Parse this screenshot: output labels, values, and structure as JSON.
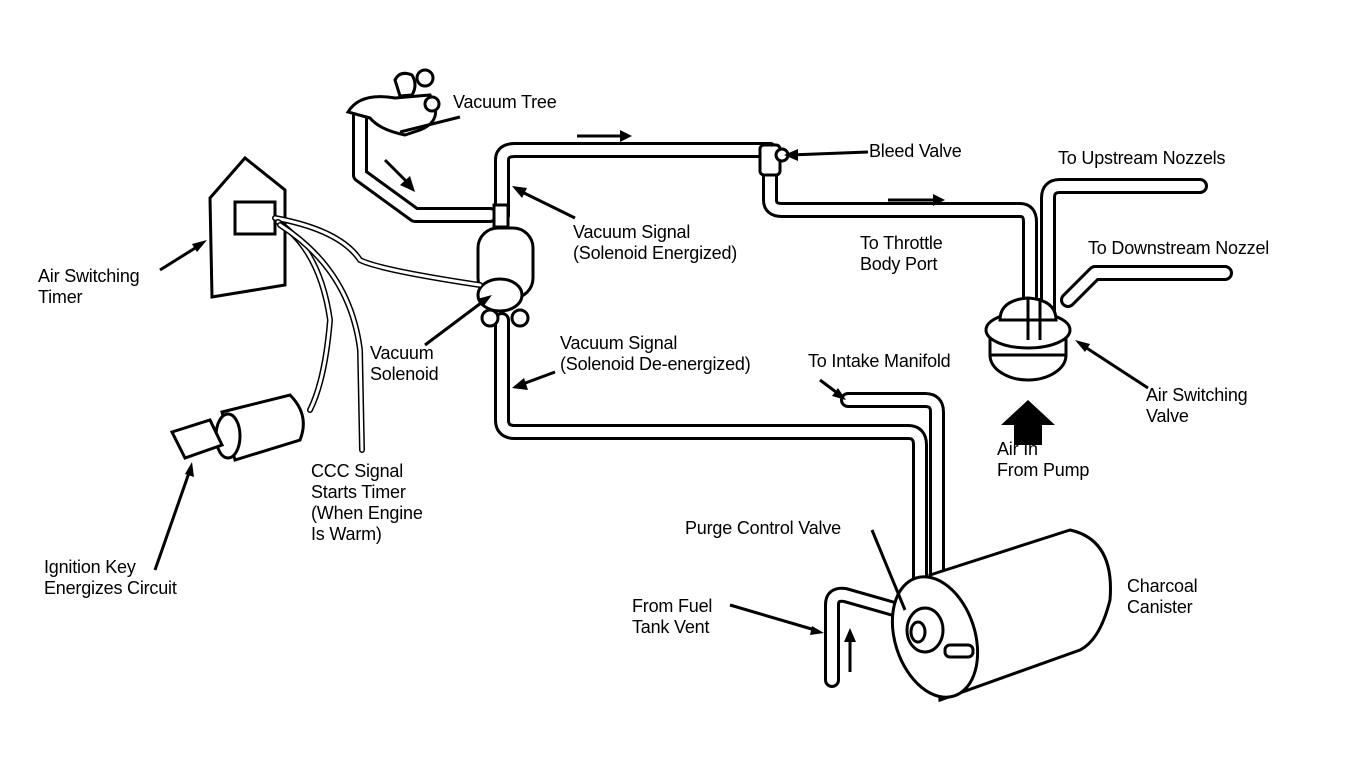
{
  "diagram": {
    "type": "air switching / vacuum system schematic",
    "labels": {
      "vacuum_tree": "Vacuum Tree",
      "bleed_valve": "Bleed Valve",
      "to_upstream": "To Upstream Nozzels",
      "to_downstream": "To Downstream Nozzel",
      "to_throttle": "To Throttle\nBody Port",
      "vac_energized": "Vacuum Signal\n(Solenoid Energized)",
      "vac_deenergized": "Vacuum Signal\n(Solenoid De-energized)",
      "air_switching_timer": "Air Switching\nTimer",
      "vacuum_solenoid": "Vacuum\nSolenoid",
      "to_intake": "To Intake Manifold",
      "air_switching_valve": "Air Switching\nValve",
      "air_in": "Air In\nFrom Pump",
      "ccc_signal": "CCC Signal\nStarts Timer\n(When Engine\nIs Warm)",
      "ignition_key": "Ignition Key\nEnergizes Circuit",
      "purge_control": "Purge Control Valve",
      "from_fuel_tank": "From Fuel\nTank Vent",
      "charcoal_canister": "Charcoal\nCanister"
    },
    "components": [
      "vacuum-tree",
      "air-switching-timer",
      "vacuum-solenoid",
      "bleed-valve",
      "air-switching-valve",
      "ignition-connector",
      "charcoal-canister",
      "purge-control-valve"
    ]
  }
}
